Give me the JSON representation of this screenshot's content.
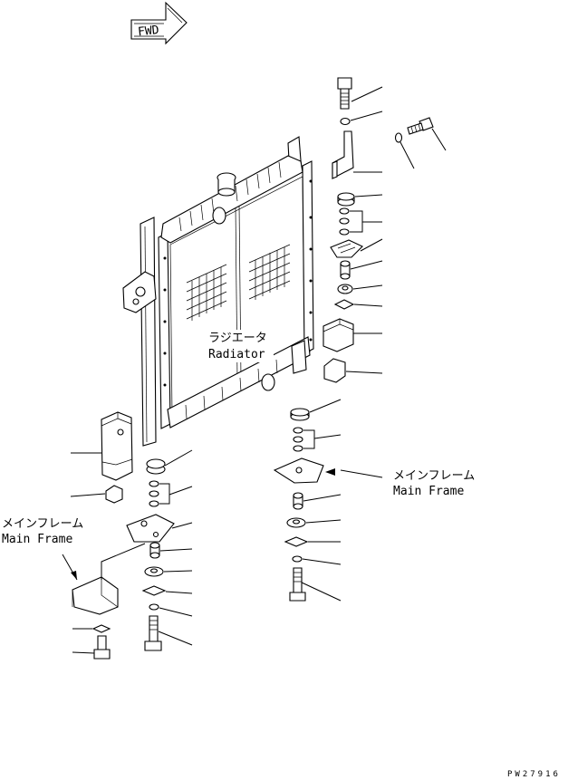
{
  "fwd_label": "FWD",
  "radiator_label_jp": "ラジエータ",
  "radiator_label_en": "Radiator",
  "main_frame_right_jp": "メインフレーム",
  "main_frame_right_en": "Main Frame",
  "main_frame_left_jp": "メインフレーム",
  "main_frame_left_en": "Main Frame",
  "drawing_number": "PW27916"
}
